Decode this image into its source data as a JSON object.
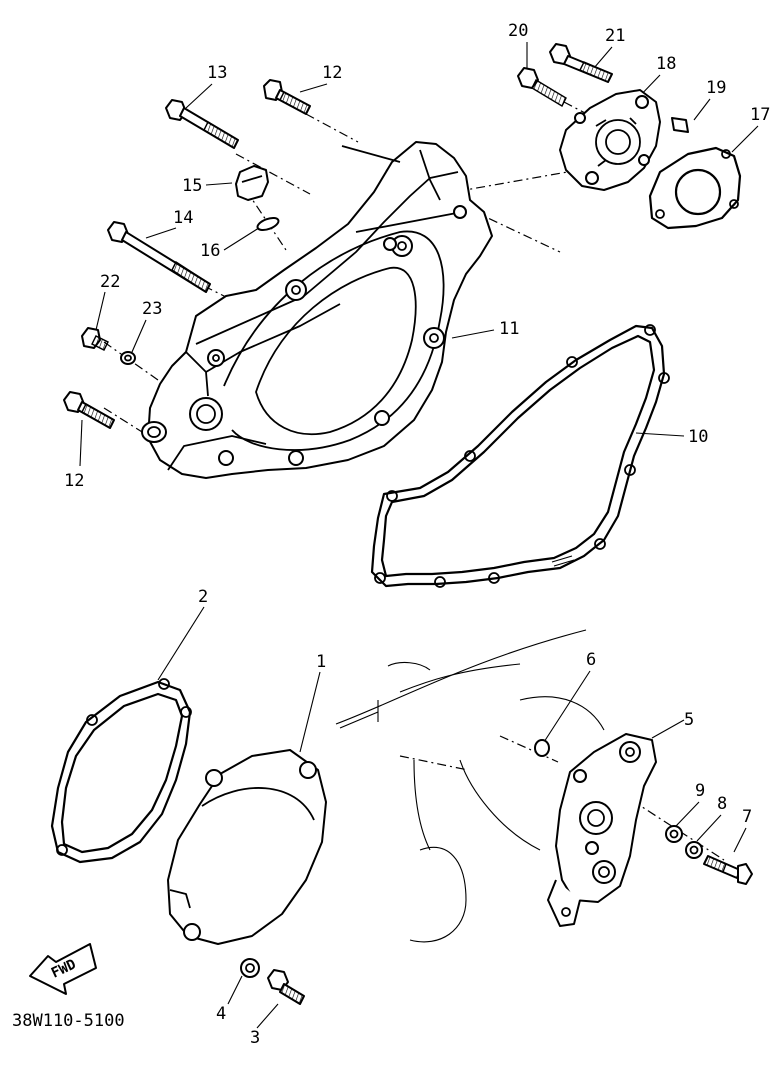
{
  "diagram": {
    "part_code": "38W110-5100",
    "fwd_label": "FWD",
    "callouts": {
      "p1": "1",
      "p2": "2",
      "p3": "3",
      "p4": "4",
      "p5": "5",
      "p6": "6",
      "p7": "7",
      "p8": "8",
      "p9": "9",
      "p10": "10",
      "p11": "11",
      "p12a": "12",
      "p12b": "12",
      "p13": "13",
      "p14": "14",
      "p15": "15",
      "p16": "16",
      "p17": "17",
      "p18": "18",
      "p19": "19",
      "p20": "20",
      "p21": "21",
      "p22": "22",
      "p23": "23"
    }
  }
}
